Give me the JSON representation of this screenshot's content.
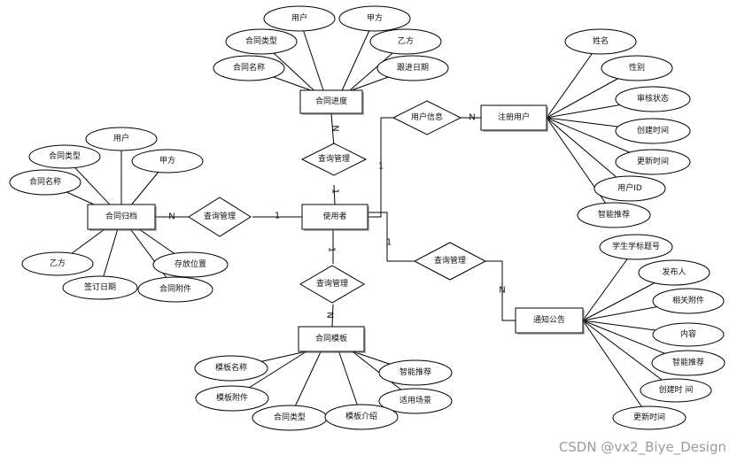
{
  "watermark": "CSDN @vx2_Biye_Design",
  "entities": {
    "progress": "合同进度",
    "archive": "合同归档",
    "user": "使用者",
    "registered": "注册用户",
    "notice": "通知公告",
    "template": "合同模板"
  },
  "relationships": {
    "user_info": "用户信息",
    "query_progress": "查询管理",
    "query_archive": "查询管理",
    "query_template": "查询管理",
    "query_notice": "查询管理"
  },
  "cardinalities": {
    "progress_n": "N",
    "progress_1": "1",
    "archive_n": "N",
    "archive_1": "1",
    "template_1": "1",
    "template_n": "N",
    "user_info_1": "1",
    "user_info_n": "N",
    "notice_1": "1",
    "notice_n": "N"
  },
  "attributes": {
    "progress": [
      "用户",
      "甲方",
      "合同类型",
      "乙方",
      "合同名称",
      "跟进日期"
    ],
    "archive": [
      "用户",
      "合同类型",
      "甲方",
      "合同名称",
      "乙方",
      "存放位置",
      "签订日期",
      "合同附件"
    ],
    "registered": [
      "姓名",
      "性别",
      "审核状态",
      "创建时间",
      "更新时间",
      "用户ID",
      "智能推荐"
    ],
    "notice": [
      "学生学标题号",
      "发布人",
      "相关附件",
      "内容",
      "智能推荐",
      "创建时 间",
      "更新时间"
    ],
    "template": [
      "模板名称",
      "智能推荐",
      "模板附件",
      "适用场景",
      "合同类型",
      "模板介绍"
    ]
  }
}
